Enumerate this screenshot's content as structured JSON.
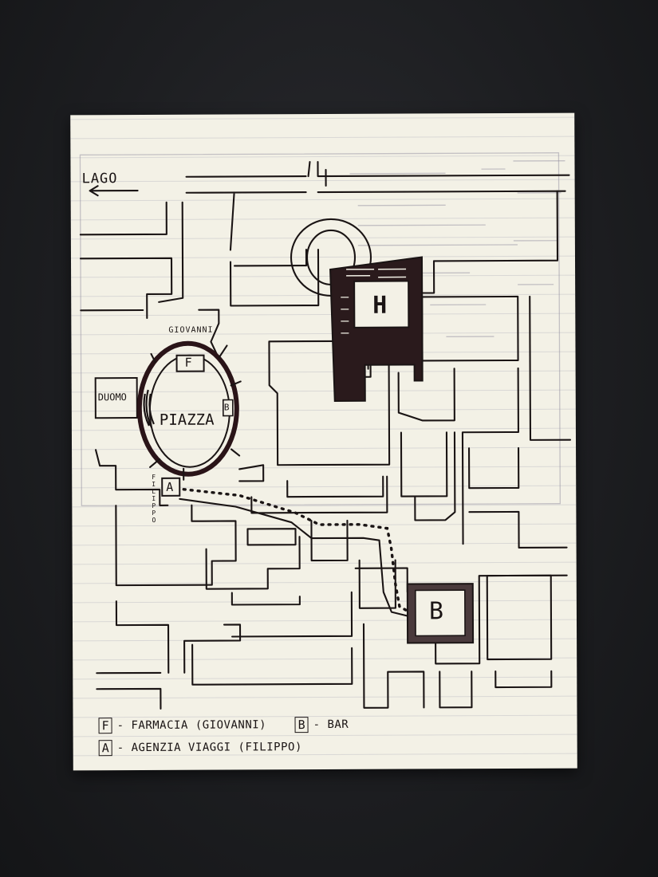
{
  "map": {
    "labels": {
      "lake": "LAGO",
      "cathedral": "DUOMO",
      "square": "PIAZZA",
      "giovanni": "GIOVANNI",
      "filippo": "FILIPPO",
      "hotel": "H",
      "bar_marker": "B",
      "pharmacy_marker": "F",
      "agency_marker": "A",
      "bar_tag_on_square": "B"
    },
    "legend": [
      {
        "key": "F",
        "text": "- FARMACIA (GIOVANNI)"
      },
      {
        "key": "A",
        "text": "- AGENZIA VIAGGI (FILIPPO)"
      },
      {
        "key": "B",
        "text": "- BAR"
      }
    ],
    "route": {
      "from": "A",
      "to": "B",
      "style": "dotted path"
    },
    "colors": {
      "ink": "#1a1414",
      "paper": "#f3f1e6",
      "background": "#1c1d20"
    }
  }
}
